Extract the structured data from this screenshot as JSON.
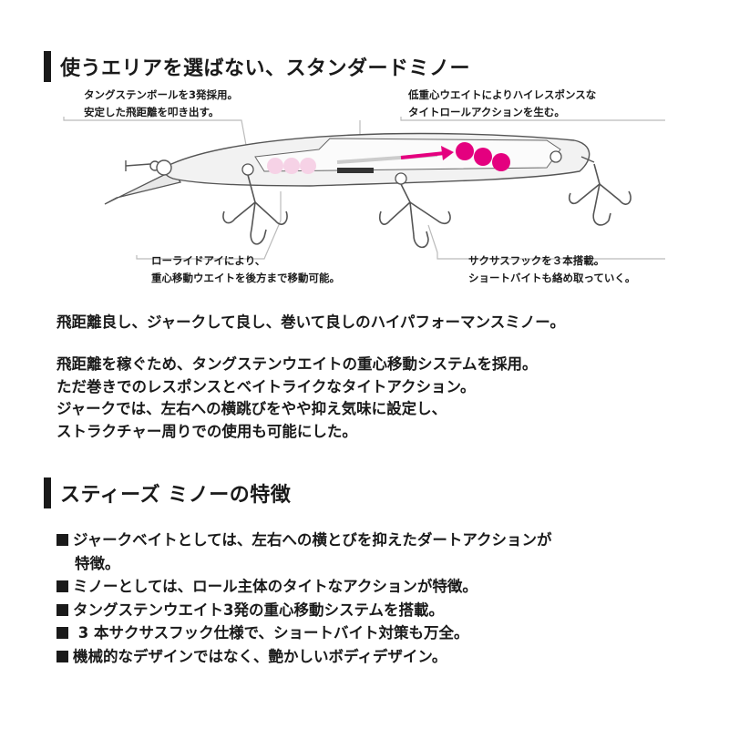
{
  "section1": {
    "title": "使うエリアを選ばない、スタンダードミノー"
  },
  "callouts": {
    "tungsten": [
      "タングステンボールを3発採用。",
      "安定した飛距離を叩き出す。"
    ],
    "center": [
      "低重心ウエイトによりハイレスポンスな",
      "タイトロールアクションを生む。"
    ],
    "eye": [
      "ローライドアイにより、",
      "重心移動ウエイトを後方まで移動可能。"
    ],
    "hook": [
      "サクサスフックを３本搭載。",
      "ショートバイトも絡め取っていく。"
    ]
  },
  "lead": "飛距離良し、ジャークして良し、巻いて良しのハイパフォーマンスミノー。",
  "body": [
    "飛距離を稼ぐため、タングステンウエイトの重心移動システムを採用。",
    "ただ巻きでのレスポンスとベイトライクなタイトアクション。",
    "ジャークでは、左右への横跳びをやや抑え気味に設定し、",
    "ストラクチャー周りでの使用も可能にした。"
  ],
  "section2": {
    "title": "スティーズ ミノーの特徴"
  },
  "features": [
    "ジャークベイトとしては、左右への横とびを抑えたダートアクションが",
    "特徴。",
    "ミノーとしては、ロール主体のタイトなアクションが特徴。",
    "タングステンウエイト3発の重心移動システムを搭載。",
    " 3 本サクサスフック仕様で、ショートバイト対策も万全。",
    "機械的なデザインではなく、艶かしいボディデザイン。"
  ],
  "colors": {
    "ball_pink": "#e4007f",
    "ball_faint": "#f6d2e6",
    "arrow": "#e4007f",
    "text": "#1a1a1a"
  }
}
